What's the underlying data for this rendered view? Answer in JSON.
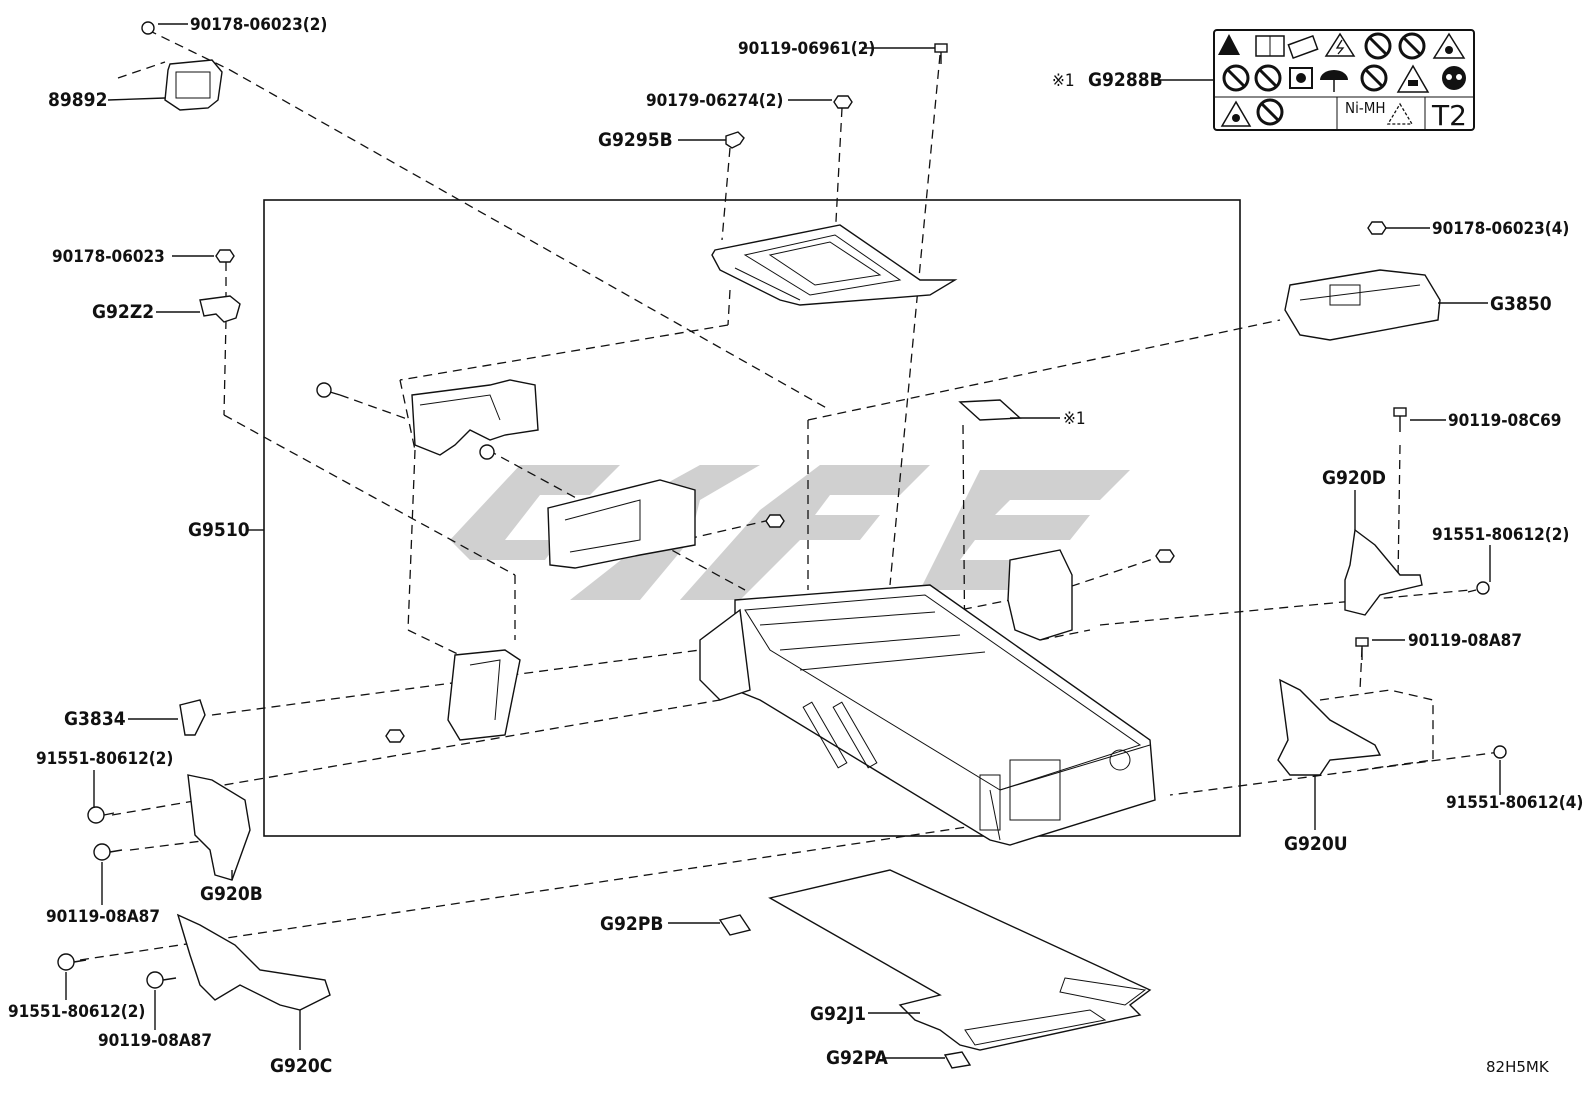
{
  "labels": {
    "p89892": "89892",
    "p90178_06023_2": "90178-06023(2)",
    "p90178_06023": "90178-06023",
    "pG92Z2": "G92Z2",
    "pG9510": "G9510",
    "pG3834": "G3834",
    "p91551_80612_2_left": "91551-80612(2)",
    "p90119_08A87_left": "90119-08A87",
    "pG920B": "G920B",
    "p91551_80612_2_bottom": "91551-80612(2)",
    "p90119_08A87_bottom": "90119-08A87",
    "pG920C": "G920C",
    "p90119_06961_2": "90119-06961(2)",
    "p90179_06274_2": "90179-06274(2)",
    "pG9295B": "G9295B",
    "pG9288B": "G9288B",
    "ref1_prefix": "※1",
    "ref1": "※1",
    "p90178_06023_4": "90178-06023(4)",
    "pG3850": "G3850",
    "p90119_08C69": "90119-08C69",
    "pG920D": "G920D",
    "p91551_80612_2_right": "91551-80612(2)",
    "p90119_08A87_right": "90119-08A87",
    "p91551_80612_4": "91551-80612(4)",
    "pG920U": "G920U",
    "pG92PB": "G92PB",
    "pG92J1": "G92J1",
    "pG92PA": "G92PA",
    "caution_nimh": "Ni-MH",
    "caution_t2": "T2",
    "diagram_code": "82H5MK"
  },
  "icons": [
    "warning-triangle-icon",
    "manual-icon",
    "recycle-icon",
    "no-fire-icon",
    "no-disassemble-icon",
    "eye-protection-icon",
    "battery-icon"
  ]
}
